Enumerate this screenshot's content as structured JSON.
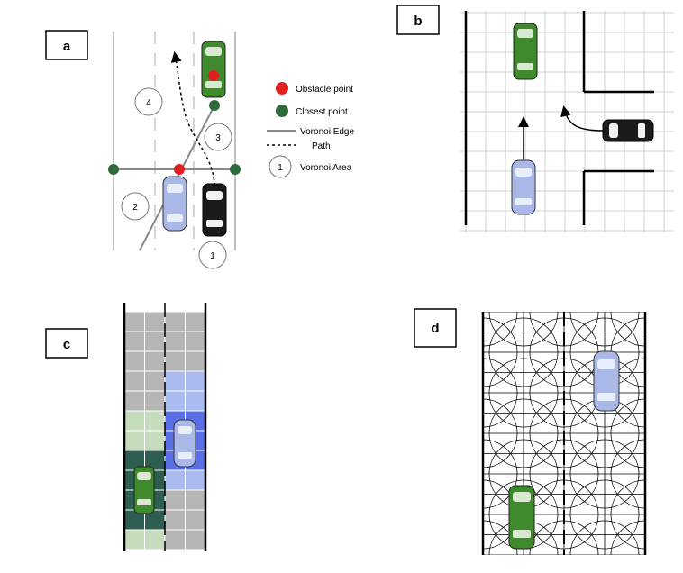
{
  "panels": [
    {
      "id": "a",
      "label": "a"
    },
    {
      "id": "b",
      "label": "b"
    },
    {
      "id": "c",
      "label": "c"
    },
    {
      "id": "d",
      "label": "d"
    }
  ],
  "panel_a": {
    "area_numbers": [
      "4",
      "3",
      "2",
      "1"
    ],
    "legend": [
      {
        "label": "Obstacle point",
        "symbol": "red-dot"
      },
      {
        "label": "Closest point",
        "symbol": "green-dot"
      },
      {
        "label": "Voronoi Edge",
        "symbol": "solid-line"
      },
      {
        "label": "Path",
        "symbol": "dashed-line"
      },
      {
        "label": "Voronoi Area",
        "symbol": "numbered-circle",
        "symbol_text": "1"
      }
    ]
  },
  "colors": {
    "obstacle": "#e02020",
    "closest": "#2f6b3a",
    "car_green": "#3f8a2c",
    "car_blue": "#a9b8e6",
    "car_black": "#1a1a1a",
    "cell_gray": "#b5b5b5",
    "cell_light_green": "#c4dcbc",
    "cell_dark_teal": "#2e5e52",
    "cell_light_blue": "#a9bbef",
    "cell_blue": "#5a6fe6"
  }
}
